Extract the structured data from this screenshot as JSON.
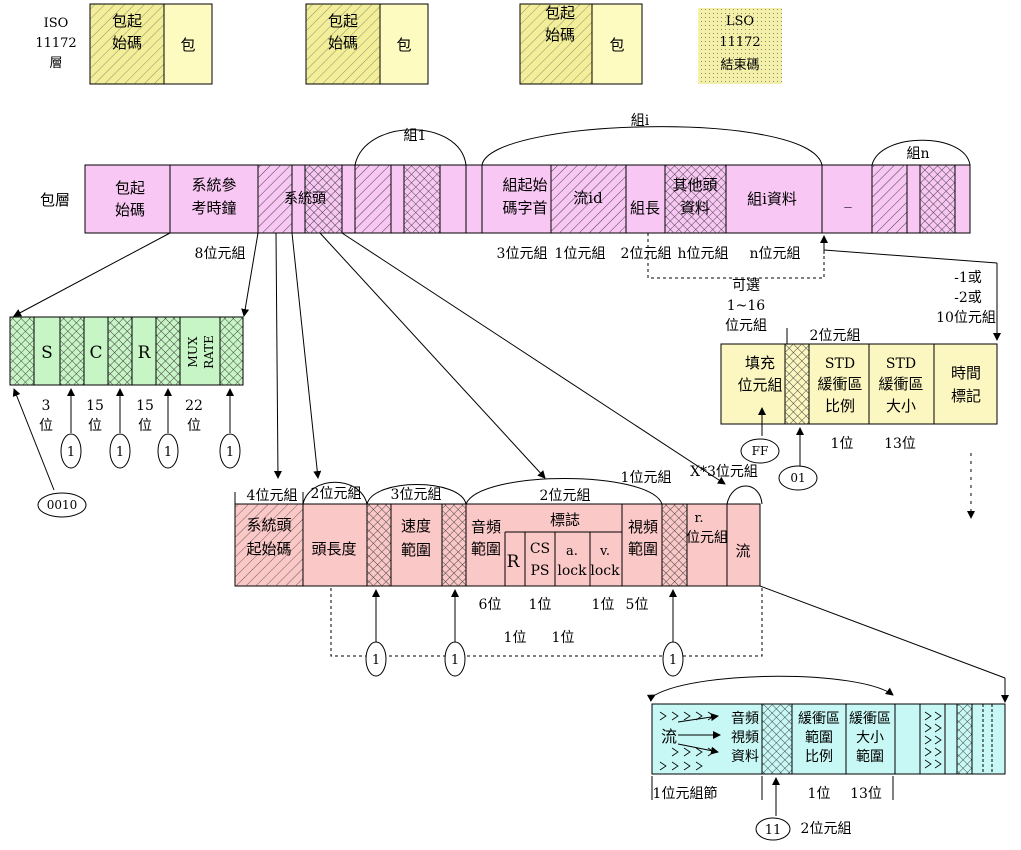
{
  "colors": {
    "yellow_hatch": "#f2ee9a",
    "yellow": "#fdfbc0",
    "pink": "#f8c7f3",
    "green": "#c8f5c6",
    "salmon": "#fbc8c8",
    "cyan": "#c8f8f5",
    "lightyellow": "#fcf7c0"
  },
  "iso": {
    "layer_label": [
      "ISO",
      "11172",
      "層"
    ],
    "start_code": [
      "包起",
      "始碼"
    ],
    "pack": "包",
    "end_code": [
      "LSO",
      "11172",
      "結束碼"
    ]
  },
  "pack_layer": {
    "label": "包層",
    "start_code": [
      "包起",
      "始碼"
    ],
    "scr": [
      "系統參",
      "考時鐘"
    ],
    "system_header": "系統頭",
    "group1": "組1",
    "groupi": "組i",
    "groupn": "組n",
    "group_start": [
      "組起始",
      "碼字首"
    ],
    "stream_id": "流id",
    "group_length": "組長",
    "other_header": [
      "其他頭",
      "資料"
    ],
    "group_data": "組i資料",
    "ellipsis": "_",
    "bytes_8": "8位元組",
    "bytes_3": "3位元組",
    "bytes_1": "1位元組",
    "bytes_2": "2位元組",
    "bytes_h": "h位元組",
    "bytes_n": "n位元組",
    "optional": [
      "可選",
      "1~16",
      "位元組"
    ],
    "bytes_var": [
      "-1或",
      "-2或",
      "10位元組"
    ]
  },
  "scr_detail": {
    "s": "S",
    "c": "C",
    "r": "R",
    "mux": [
      "MUX",
      "RATE"
    ],
    "bits3": [
      "3",
      "位"
    ],
    "bits15a": [
      "15",
      "位"
    ],
    "bits15b": [
      "15",
      "位"
    ],
    "bits22": [
      "22",
      "位"
    ],
    "one": "1",
    "code0010": "0010"
  },
  "stuffing": {
    "fill": [
      "填充",
      "位元組"
    ],
    "bytes2": "2位元組",
    "std_scale": [
      "STD",
      "緩衝區",
      "比例"
    ],
    "std_size": [
      "STD",
      "緩衝區",
      "大小"
    ],
    "timestamp": [
      "時間",
      "標記"
    ],
    "bit1": "1位",
    "bits13": "13位",
    "ff": "FF",
    "code01": "01"
  },
  "sys_header": {
    "start_code": [
      "系統頭",
      "起始碼"
    ],
    "header_len": "頭長度",
    "rate_range": [
      "速度",
      "範圍"
    ],
    "audio_range": [
      "音頻",
      "範圍"
    ],
    "flags": "標誌",
    "r": "R",
    "csps": [
      "CS",
      "PS"
    ],
    "alock": [
      "a.",
      "lock"
    ],
    "vlock": [
      "v.",
      "lock"
    ],
    "video_range": [
      "視頻",
      "範圍"
    ],
    "reserved": [
      "r.",
      "位元組"
    ],
    "stream": "流",
    "bytes4": "4位元組",
    "bytes2": "2位元組",
    "bytes3": "3位元組",
    "bytes2b": "2位元組",
    "bytes1": "1位元組",
    "bytesx3": "X*3位元組",
    "bits6": "6位",
    "bit1a": "1位",
    "bit1b": "1位",
    "bits5": "5位",
    "bit1c": "1位",
    "bit1d": "1位",
    "one": "1"
  },
  "stream_detail": {
    "stream": "流",
    "av_data": [
      "音頻",
      "視頻",
      "資料"
    ],
    "buf_scale": [
      "緩衝區",
      "範圍",
      "比例"
    ],
    "buf_size": [
      "緩衝區",
      "大小",
      "範圍"
    ],
    "byte1_section": "1位元組節",
    "bit1": "1位",
    "bits13": "13位",
    "code11": "11",
    "bytes2": "2位元組"
  }
}
